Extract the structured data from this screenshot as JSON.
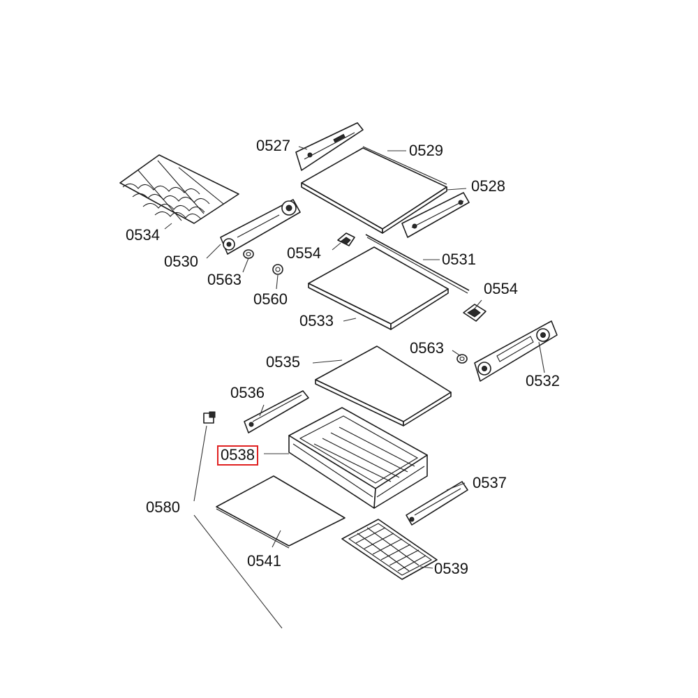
{
  "diagram": {
    "highlight_color": "#e02020",
    "highlighted_part": "0538",
    "labels": {
      "p0527": "0527",
      "p0529": "0529",
      "p0528": "0528",
      "p0534": "0534",
      "p0530": "0530",
      "p0554a": "0554",
      "p0531": "0531",
      "p0563a": "0563",
      "p0560": "0560",
      "p0554b": "0554",
      "p0533": "0533",
      "p0563b": "0563",
      "p0535": "0535",
      "p0532": "0532",
      "p0536": "0536",
      "p0538": "0538",
      "p0537": "0537",
      "p0580": "0580",
      "p0541": "0541",
      "p0539": "0539"
    }
  }
}
